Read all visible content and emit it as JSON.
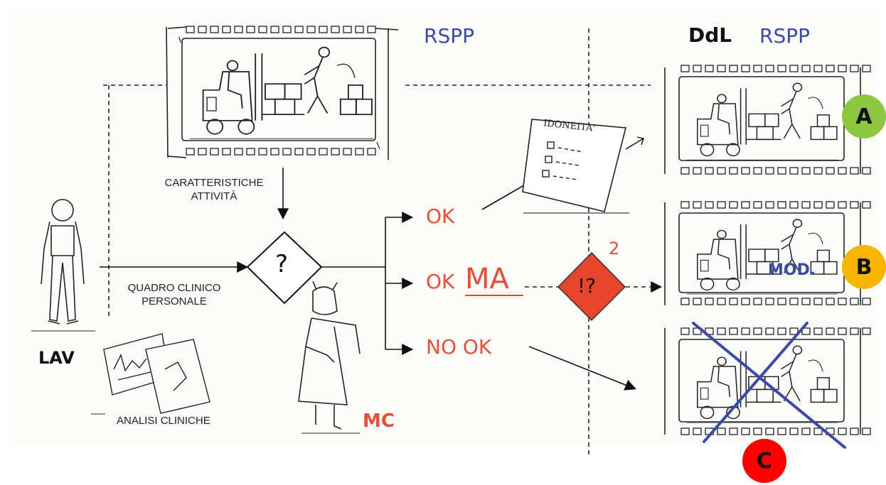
{
  "labels": {
    "rspp_top": "RSPP",
    "ddl": "DdL",
    "rspp_right": "RSPP",
    "caratteristiche_line1": "CARATTERISTICHE",
    "caratteristiche_line2": "ATTIVITÀ",
    "quadro_line1": "QUADRO CLINICO",
    "quadro_line2": "PERSONALE",
    "analisi": "ANALISI CLINICHE",
    "lav": "LAV",
    "mc": "MC",
    "decision_symbol": "?",
    "warning_symbol": "!?",
    "warning_index": "2",
    "ok": "OK",
    "ok_prefix": "OK",
    "ma": "MA",
    "no_ok": "NO OK",
    "idoneita": "IDONEITA'",
    "mod": "MOD."
  },
  "badges": [
    {
      "letter": "A",
      "color": "#8dc63f"
    },
    {
      "letter": "B",
      "color": "#f7b500"
    },
    {
      "letter": "C",
      "color": "#ff0000"
    }
  ],
  "colors": {
    "red": "#e0513a",
    "blue": "#3a4aa6",
    "diamond_fill": "#e8442c"
  },
  "icons": [
    "film-strip",
    "forklift",
    "worker-figure",
    "doctor-figure",
    "document",
    "lab-charts"
  ]
}
